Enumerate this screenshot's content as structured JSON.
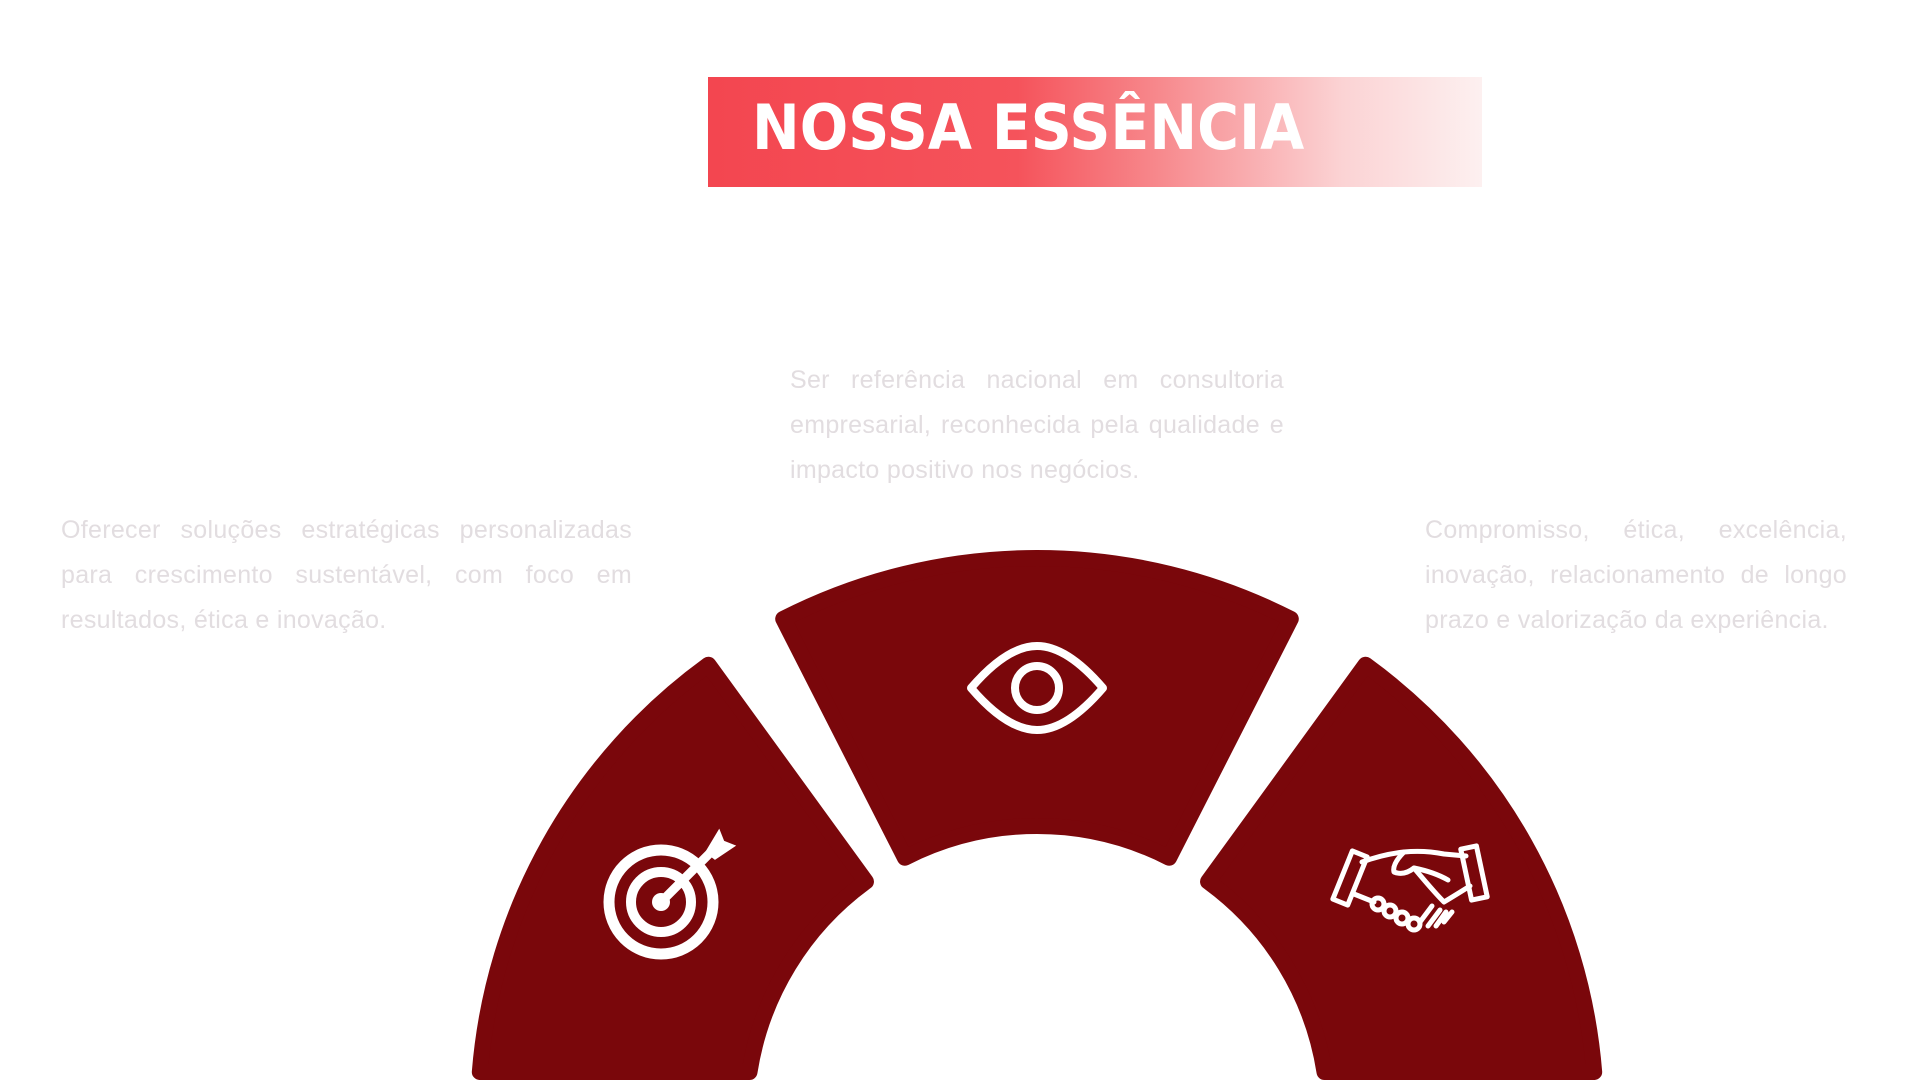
{
  "title": "NOSSA ESSÊNCIA",
  "vision": {
    "text": "Ser referência nacional em consultoria empresarial, reconhecida pela qualidade e impacto positivo nos negócios.",
    "icon": "eye-icon"
  },
  "mission": {
    "text": "Oferecer soluções estratégicas personalizadas para crescimento sustentável, com foco em resultados, ética e inovação.",
    "icon": "target-arrow-icon"
  },
  "values": {
    "text": "Compromisso, ética, excelência, inovação, relacionamento de longo prazo e valorização da experiência.",
    "icon": "handshake-icon"
  },
  "colors": {
    "segment": "#7a070b",
    "banner": "#f34650",
    "text": "#e2dde0"
  }
}
